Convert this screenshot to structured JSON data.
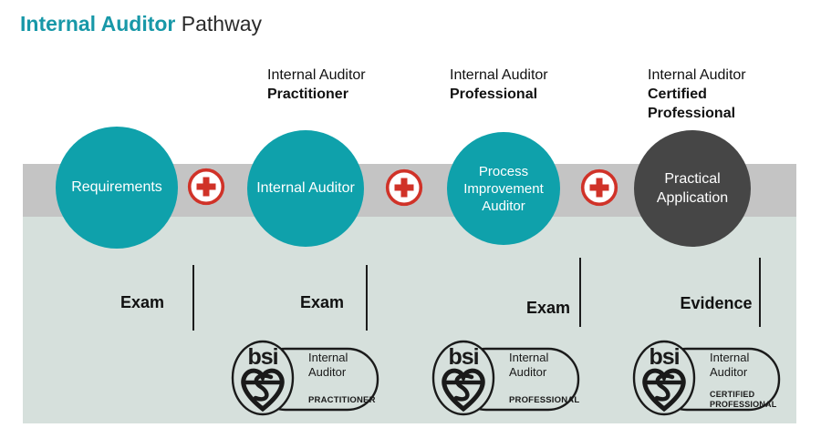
{
  "title": {
    "highlight": "Internal Auditor",
    "rest": "Pathway"
  },
  "colors": {
    "teal_circle": "#0FA1AB",
    "title_teal": "#1898A8",
    "dark_circle": "#464646",
    "band_gray": "#C4C4C4",
    "panel_background": "#D6E0DC",
    "plus_red": "#D03228",
    "text_dark": "#1A1A1A"
  },
  "headers": [
    {
      "top": "Internal Auditor",
      "bottom": "Practitioner"
    },
    {
      "top": "Internal Auditor",
      "bottom": "Professional"
    },
    {
      "top": "Internal Auditor",
      "bottom": "Certified Professional"
    }
  ],
  "steps": [
    {
      "circle_lines": [
        "Requirements"
      ],
      "gate_label": "Exam"
    },
    {
      "circle_lines": [
        "Internal Auditor"
      ],
      "gate_label": "Exam"
    },
    {
      "circle_lines": [
        "Process",
        "Improvement",
        "Auditor"
      ],
      "gate_label": "Exam"
    },
    {
      "circle_lines": [
        "Practical",
        "Application"
      ],
      "gate_label": "Evidence"
    }
  ],
  "badges": [
    {
      "brand": "bsi",
      "product_line1": "Internal",
      "product_line2": "Auditor",
      "level_line1": "PRACTITIONER"
    },
    {
      "brand": "bsi",
      "product_line1": "Internal",
      "product_line2": "Auditor",
      "level_line1": "PROFESSIONAL"
    },
    {
      "brand": "bsi",
      "product_line1": "Internal",
      "product_line2": "Auditor",
      "level_line1": "CERTIFIED",
      "level_line2": "PROFESSIONAL"
    }
  ]
}
